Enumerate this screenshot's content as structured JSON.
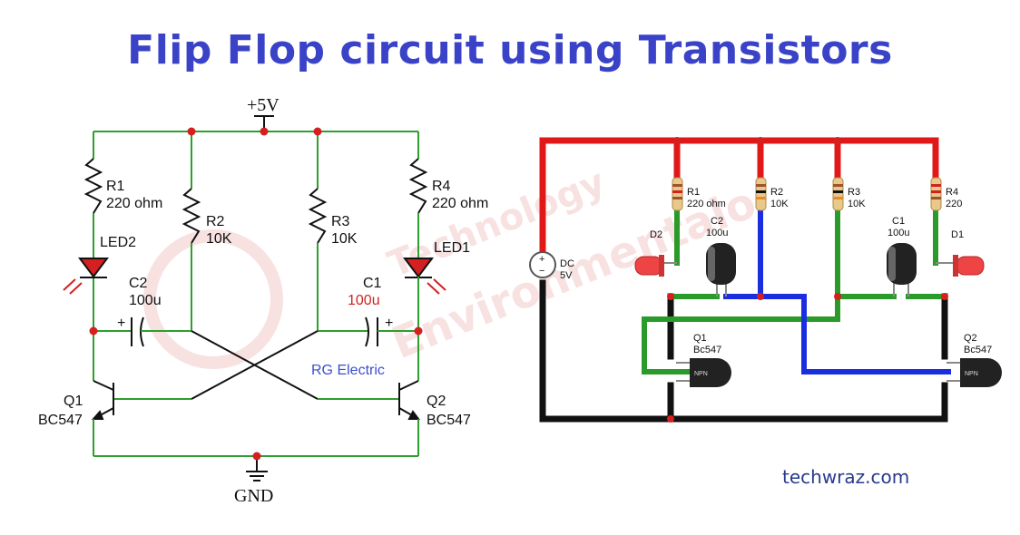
{
  "title": "Flip Flop circuit using Transistors",
  "website": "techwraz.com",
  "watermark": {
    "line1": "Technology",
    "line2": "Environmentalo"
  },
  "schematic": {
    "supply": "+5V",
    "ground": "GND",
    "r1": {
      "name": "R1",
      "value": "220 ohm"
    },
    "r2": {
      "name": "R2",
      "value": "10K"
    },
    "r3": {
      "name": "R3",
      "value": "10K"
    },
    "r4": {
      "name": "R4",
      "value": "220 ohm"
    },
    "led2": "LED2",
    "led1": "LED1",
    "c2": {
      "name": "C2",
      "value": "100u"
    },
    "c1": {
      "name": "C1",
      "value": "100u"
    },
    "q1": {
      "name": "Q1",
      "part": "BC547"
    },
    "q2": {
      "name": "Q2",
      "part": "BC547"
    },
    "brand": "RG Electric",
    "plus": "+",
    "colors": {
      "wire": "#2e9e2e",
      "node": "#d42020",
      "brand": "#3b4fd1",
      "c1_value": "#d42020"
    }
  },
  "breadboard": {
    "dc_label": "DC",
    "dc_value": "5V",
    "dc_plus": "+",
    "dc_minus": "−",
    "r1": {
      "name": "R1",
      "value": "220 ohm"
    },
    "r2": {
      "name": "R2",
      "value": "10K"
    },
    "r3": {
      "name": "R3",
      "value": "10K"
    },
    "r4": {
      "name": "R4",
      "value": "220"
    },
    "c2": {
      "name": "C2",
      "value": "100u"
    },
    "c1": {
      "name": "C1",
      "value": "100u"
    },
    "d2": "D2",
    "d1": "D1",
    "q1": {
      "name": "Q1",
      "part": "Bc547"
    },
    "q2": {
      "name": "Q2",
      "part": "Bc547"
    },
    "npn": "NPN",
    "colors": {
      "vcc": "#e01818",
      "gnd": "#111111",
      "green": "#2a9a2a",
      "blue": "#1a2ee0"
    }
  }
}
